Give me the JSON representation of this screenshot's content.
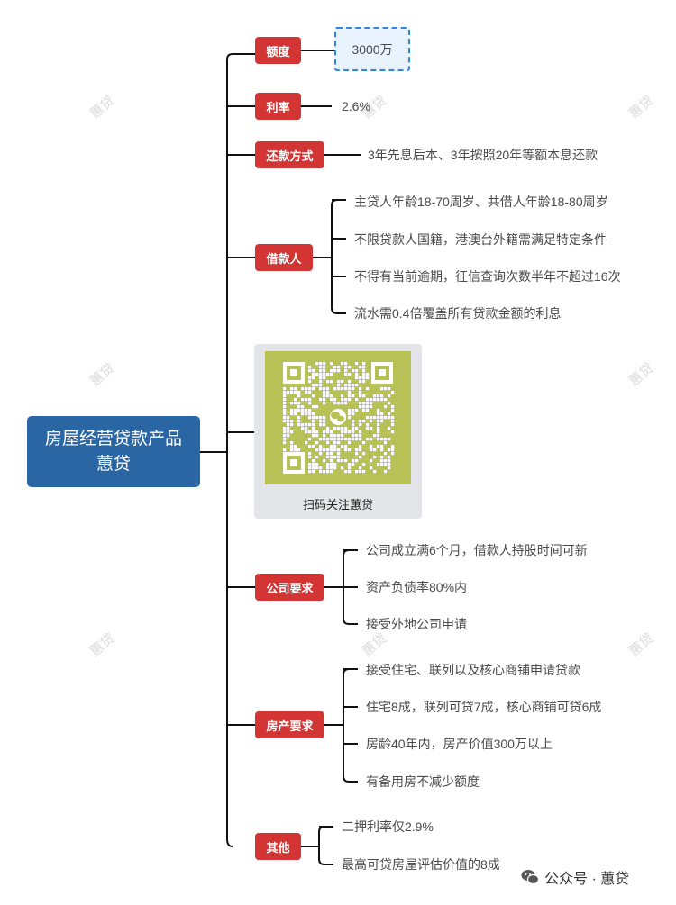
{
  "root": {
    "line1": "房屋经营贷款产品",
    "line2": "蕙贷"
  },
  "branches": {
    "amount": "额度",
    "rate": "利率",
    "repayment": "还款方式",
    "borrower": "借款人",
    "company": "公司要求",
    "property": "房产要求",
    "other": "其他"
  },
  "leaves": {
    "amount": "3000万",
    "rate": "2.6%",
    "repayment": "3年先息后本、3年按照20年等额本息还款",
    "borrower": [
      "主贷人年龄18-70周岁、共借人年龄18-80周岁",
      "不限贷款人国籍，港澳台外籍需满足特定条件",
      "不得有当前逾期，征信查询次数半年不超过16次",
      "流水需0.4倍覆盖所有贷款金额的利息"
    ],
    "company": [
      "公司成立满6个月，借款人持股时间可新",
      "资产负债率80%内",
      "接受外地公司申请"
    ],
    "property": [
      "接受住宅、联列以及核心商铺申请贷款",
      "住宅8成，联列可贷7成，核心商铺可贷6成",
      "房龄40年内，房产价值300万以上",
      "有备用房不减少额度"
    ],
    "other": [
      "二押利率仅2.9%",
      "最高可贷房屋评估价值的8成"
    ]
  },
  "qr": {
    "caption": "扫码关注蕙贷",
    "icon": "wechat-icon"
  },
  "watermark": "蕙贷",
  "footer": {
    "account": "公众号 · 蕙贷",
    "icon": "wechat-icon"
  },
  "colors": {
    "root": "#2a66a3",
    "branch": "#d33534",
    "dashed_border": "#2f84e4",
    "qr_bg": "#b7c156"
  }
}
